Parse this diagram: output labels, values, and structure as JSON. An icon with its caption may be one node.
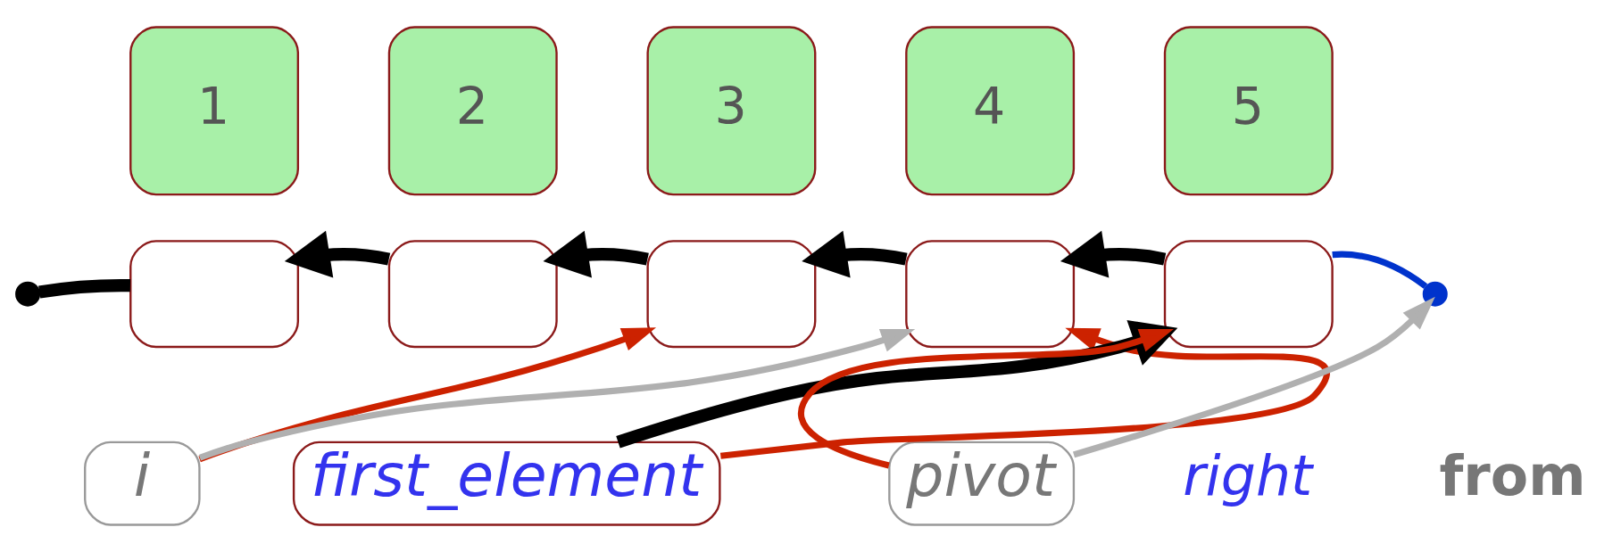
{
  "diagram": {
    "nodes": [
      {
        "text": [
          "1"
        ]
      },
      {
        "text": [
          "2"
        ]
      },
      {
        "text": [
          "3"
        ]
      },
      {
        "text": [
          "4"
        ]
      },
      {
        "text": [
          "5"
        ]
      },
      {
        "text": [],
        "shape": "box"
      },
      {
        "text": [],
        "shape": "box"
      },
      {
        "text": [],
        "shape": "box"
      },
      {
        "text": [],
        "shape": "box"
      },
      {
        "text": [],
        "shape": "box"
      },
      {
        "text": [],
        "shape": "line"
      },
      {
        "text": [],
        "shape": "line"
      },
      {
        "text": [
          "i"
        ]
      },
      {
        "text": [
          "first_element"
        ]
      },
      {
        "text": [
          "pivot"
        ]
      }
    ],
    "edges": [
      {
        "from": 5,
        "to": 10,
        "arrow": "none",
        "style": "thick"
      },
      {
        "from": 6,
        "to": 5,
        "arrow": "to",
        "style": "thick"
      },
      {
        "from": 7,
        "to": 6,
        "arrow": "to",
        "style": "thick"
      },
      {
        "from": 8,
        "to": 7,
        "arrow": "to",
        "style": "thick"
      },
      {
        "from": 9,
        "to": 8,
        "arrow": "to",
        "style": "thick"
      },
      {
        "from": 9,
        "to": 11,
        "arrow": "none",
        "color": "#0033cc"
      },
      {
        "from": 12,
        "to": 7,
        "arrow": "to",
        "color": "#cc2200"
      },
      {
        "from": 12,
        "to": 8,
        "arrow": "to",
        "color": "#b0b0b0"
      },
      {
        "from": 13,
        "to": 8,
        "arrow": "to",
        "color": "#cc2200"
      },
      {
        "from": 13,
        "to": 9,
        "arrow": "to",
        "style": "thick"
      },
      {
        "from": 14,
        "to": 9,
        "arrow": "to",
        "color": "#cc2200"
      },
      {
        "from": 14,
        "to": 11,
        "arrow": "to",
        "color": "#b0b0b0"
      }
    ],
    "labels": [
      "right",
      "from"
    ]
  }
}
